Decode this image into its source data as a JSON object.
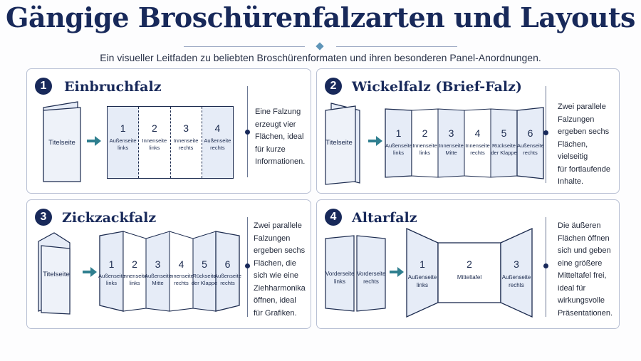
{
  "header": {
    "title": "Gängige Broschürenfalzarten und Layouts",
    "subtitle": "Ein visueller Leitfaden zu beliebten Broschürenformaten und ihren besonderen Panel-Anordnungen."
  },
  "colors": {
    "navy": "#18295a",
    "panel_fill": "#e6ecf7",
    "arrow": "#2f7f8f"
  },
  "panels": [
    {
      "number": "1",
      "title": "Einbruchfalz",
      "folded_label": "Titelseite",
      "pages": [
        {
          "num": "1",
          "line1": "Außenseite",
          "line2": "links"
        },
        {
          "num": "2",
          "line1": "Innenseite",
          "line2": "links"
        },
        {
          "num": "3",
          "line1": "Innenseite",
          "line2": "rechts"
        },
        {
          "num": "4",
          "line1": "Außenseite",
          "line2": "rechts"
        }
      ],
      "description": [
        "Eine Falzung",
        "erzeugt vier",
        "Flächen, ideal",
        "für kurze",
        "Informationen."
      ]
    },
    {
      "number": "2",
      "title": "Wickelfalz (Brief-Falz)",
      "folded_label": "Titelseite",
      "pages": [
        {
          "num": "1",
          "line1": "Außenseite",
          "line2": "links"
        },
        {
          "num": "2",
          "line1": "Innenseite",
          "line2": "links"
        },
        {
          "num": "3",
          "line1": "Innenseite",
          "line2": "Mitte"
        },
        {
          "num": "4",
          "line1": "Innenseite",
          "line2": "rechts"
        },
        {
          "num": "5",
          "line1": "Rückseite",
          "line2": "der Klappe"
        },
        {
          "num": "6",
          "line1": "Außenseite",
          "line2": "rechts"
        }
      ],
      "description": [
        "Zwei parallele",
        "Falzungen",
        "ergeben sechs",
        "Flächen, vielseitig",
        "für fortlaufende",
        "Inhalte."
      ]
    },
    {
      "number": "3",
      "title": "Zickzackfalz",
      "folded_label": "Titelseite",
      "pages": [
        {
          "num": "1",
          "line1": "Außenseite",
          "line2": "links"
        },
        {
          "num": "2",
          "line1": "Innenseite",
          "line2": "links"
        },
        {
          "num": "3",
          "line1": "Außenseite",
          "line2": "Mitte"
        },
        {
          "num": "4",
          "line1": "Innenseite",
          "line2": "rechts"
        },
        {
          "num": "5",
          "line1": "Rückseite",
          "line2": "der Klappe"
        },
        {
          "num": "6",
          "line1": "Außenseite",
          "line2": "rechts"
        }
      ],
      "description": [
        "Zwei parallele",
        "Falzungen",
        "ergeben sechs",
        "Flächen, die",
        "sich wie eine",
        "Ziehharmonika",
        "öffnen, ideal",
        "für Grafiken."
      ]
    },
    {
      "number": "4",
      "title": "Altarfalz",
      "folded_left": {
        "line1": "Vorderseite",
        "line2": "links"
      },
      "folded_right": {
        "line1": "Vorderseite",
        "line2": "rechts"
      },
      "pages": [
        {
          "num": "1",
          "line1": "Außenseite",
          "line2": "links"
        },
        {
          "num": "2",
          "line1": "Mitteltafel",
          "line2": ""
        },
        {
          "num": "3",
          "line1": "Außenseite",
          "line2": "rechts"
        }
      ],
      "description": [
        "Die äußeren",
        "Flächen öffnen",
        "sich und geben",
        "eine größere",
        "Mitteltafel frei,",
        "ideal für",
        "wirkungsvolle",
        "Präsentationen."
      ]
    }
  ]
}
